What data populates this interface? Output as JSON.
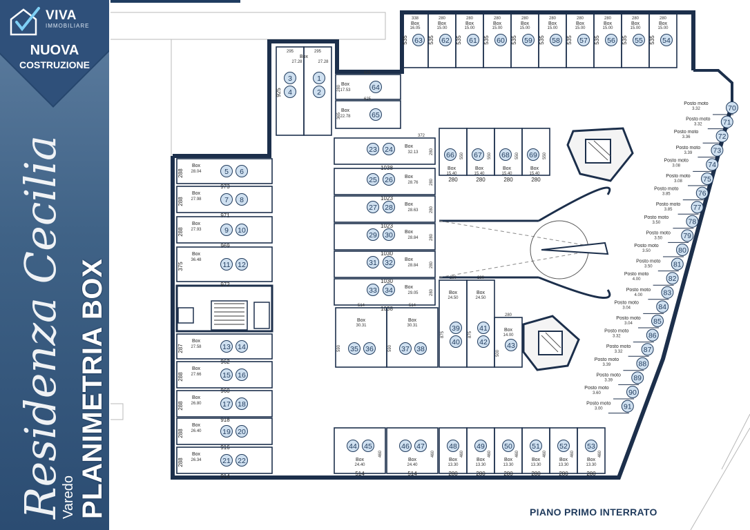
{
  "branding": {
    "name": "VIVA",
    "subtitle": "IMMOBILIARE",
    "badge_line1": "NUOVA",
    "badge_line2": "COSTRUZIONE"
  },
  "project": {
    "name": "Residenza Cecilia",
    "town": "Varedo",
    "plan_title": "PLANIMETRIA BOX"
  },
  "floor_label": "PIANO PRIMO INTERRATO",
  "colors": {
    "sidebar": "#3f6286",
    "wall": "#1c2f4b",
    "circle_fill": "#cfe0f0",
    "circle_stroke": "#1f3a5c"
  },
  "labels": {
    "box": "Box",
    "moto": "Posto moto"
  },
  "top_boxes": [
    {
      "nums": [
        "63"
      ],
      "area": "16.05",
      "w": "338",
      "d": "535"
    },
    {
      "nums": [
        "62"
      ],
      "area": "15.00",
      "w": "280",
      "d": "535"
    },
    {
      "nums": [
        "61"
      ],
      "area": "15.00",
      "w": "280",
      "d": "535"
    },
    {
      "nums": [
        "60"
      ],
      "area": "15.00",
      "w": "280",
      "d": "535"
    },
    {
      "nums": [
        "59"
      ],
      "area": "15.00",
      "w": "280",
      "d": "535"
    },
    {
      "nums": [
        "58"
      ],
      "area": "15.00",
      "w": "280",
      "d": "535"
    },
    {
      "nums": [
        "57"
      ],
      "area": "15.00",
      "w": "280",
      "d": "535"
    },
    {
      "nums": [
        "56"
      ],
      "area": "15.00",
      "w": "280",
      "d": "535"
    },
    {
      "nums": [
        "55"
      ],
      "area": "15.00",
      "w": "280",
      "d": "535"
    },
    {
      "nums": [
        "54"
      ],
      "area": "15.00",
      "w": "280",
      "d": "535"
    }
  ],
  "top_pair": {
    "nums_left": [
      "3",
      "4"
    ],
    "nums_right": [
      "1",
      "2"
    ],
    "area_left": "27.28",
    "area_right": "27.28",
    "w": "295",
    "d": "925"
  },
  "left_boxes": [
    {
      "nums": [
        "5",
        "6"
      ],
      "area": "28.04",
      "w": "973",
      "d": "288"
    },
    {
      "nums": [
        "7",
        "8"
      ],
      "area": "27.98",
      "w": "971",
      "d": "288"
    },
    {
      "nums": [
        "9",
        "10"
      ],
      "area": "27.93",
      "w": "969",
      "d": "288"
    },
    {
      "nums": [
        "11",
        "12"
      ],
      "area": "36.48",
      "w": "972",
      "d": "375"
    },
    {
      "nums": [
        "13",
        "14"
      ],
      "area": "27.58",
      "w": "962",
      "d": "287"
    },
    {
      "nums": [
        "15",
        "16"
      ],
      "area": "27.66",
      "w": "960",
      "d": "288"
    },
    {
      "nums": [
        "17",
        "18"
      ],
      "area": "26.80",
      "w": "918",
      "d": "288"
    },
    {
      "nums": [
        "19",
        "20"
      ],
      "area": "26.40",
      "w": "916",
      "d": "288"
    },
    {
      "nums": [
        "21",
        "22"
      ],
      "area": "26.34",
      "w": "914",
      "d": "288"
    }
  ],
  "center_small": [
    {
      "nums": [
        "64"
      ],
      "area": "17.53",
      "w": "625",
      "d": "280"
    },
    {
      "nums": [
        "65"
      ],
      "area": "22.78",
      "w": "625",
      "d": "365"
    }
  ],
  "center_boxes": [
    {
      "nums": [
        "23",
        "24"
      ],
      "area": "32.13",
      "w": "1038",
      "d": "280",
      "top": "372"
    },
    {
      "nums": [
        "25",
        "26"
      ],
      "area": "28.76",
      "w": "1023",
      "d": "280"
    },
    {
      "nums": [
        "27",
        "28"
      ],
      "area": "28.63",
      "w": "1023",
      "d": "280"
    },
    {
      "nums": [
        "29",
        "30"
      ],
      "area": "28.84",
      "w": "1030",
      "d": "280"
    },
    {
      "nums": [
        "31",
        "32"
      ],
      "area": "28.84",
      "w": "1030",
      "d": "280"
    },
    {
      "nums": [
        "33",
        "34"
      ],
      "area": "29.05",
      "w": "1038",
      "d": "280"
    }
  ],
  "mid_boxes": [
    {
      "nums": [
        "66"
      ],
      "area": "15.40",
      "w": "280",
      "d": "550"
    },
    {
      "nums": [
        "67"
      ],
      "area": "15.40",
      "w": "280",
      "d": "550"
    },
    {
      "nums": [
        "68"
      ],
      "area": "15.40",
      "w": "280",
      "d": "550"
    },
    {
      "nums": [
        "69"
      ],
      "area": "15.40",
      "w": "280",
      "d": "550"
    }
  ],
  "lower_boxes": [
    {
      "nums": [
        "35",
        "36"
      ],
      "area": "30.31",
      "w": "514",
      "d": "590"
    },
    {
      "nums": [
        "37",
        "38"
      ],
      "area": "30.31",
      "w": "514",
      "d": "590"
    },
    {
      "nums": [
        "39",
        "40"
      ],
      "area": "24.50",
      "w": "280",
      "d": "875"
    },
    {
      "nums": [
        "41",
        "42"
      ],
      "area": "24.50",
      "w": "280",
      "d": "875"
    },
    {
      "nums": [
        "43"
      ],
      "area": "14.00",
      "w": "280",
      "d": "500"
    }
  ],
  "bottom_boxes": [
    {
      "nums": [
        "44",
        "45"
      ],
      "area": "24.40",
      "w": "514",
      "d": "460"
    },
    {
      "nums": [
        "46",
        "47"
      ],
      "area": "24.40",
      "w": "514",
      "d": "460"
    },
    {
      "nums": [
        "48"
      ],
      "area": "13.30",
      "w": "280",
      "d": "460"
    },
    {
      "nums": [
        "49"
      ],
      "area": "13.30",
      "w": "280",
      "d": "460"
    },
    {
      "nums": [
        "50"
      ],
      "area": "13.30",
      "w": "280",
      "d": "460"
    },
    {
      "nums": [
        "51"
      ],
      "area": "13.30",
      "w": "280",
      "d": "460"
    },
    {
      "nums": [
        "52"
      ],
      "area": "13.30",
      "w": "280",
      "d": "460"
    },
    {
      "nums": [
        "53"
      ],
      "area": "13.30",
      "w": "280",
      "d": "460"
    }
  ],
  "moto": [
    {
      "num": "70",
      "area": "3.32"
    },
    {
      "num": "71",
      "area": "3.32"
    },
    {
      "num": "72",
      "area": "3.36"
    },
    {
      "num": "73",
      "area": "3.39"
    },
    {
      "num": "74",
      "area": "3.08"
    },
    {
      "num": "75",
      "area": "3.08"
    },
    {
      "num": "76",
      "area": "3.85"
    },
    {
      "num": "77",
      "area": "3.85"
    },
    {
      "num": "78",
      "area": "3.50"
    },
    {
      "num": "79",
      "area": "3.50"
    },
    {
      "num": "80",
      "area": "3.50"
    },
    {
      "num": "81",
      "area": "3.50"
    },
    {
      "num": "82",
      "area": "4.00"
    },
    {
      "num": "83",
      "area": "4.00"
    },
    {
      "num": "84",
      "area": "3.04"
    },
    {
      "num": "85",
      "area": "3.04"
    },
    {
      "num": "86",
      "area": "3.32"
    },
    {
      "num": "87",
      "area": "3.32"
    },
    {
      "num": "88",
      "area": "3.39"
    },
    {
      "num": "89",
      "area": "3.39"
    },
    {
      "num": "90",
      "area": "3.60"
    },
    {
      "num": "91",
      "area": "3.00"
    }
  ]
}
